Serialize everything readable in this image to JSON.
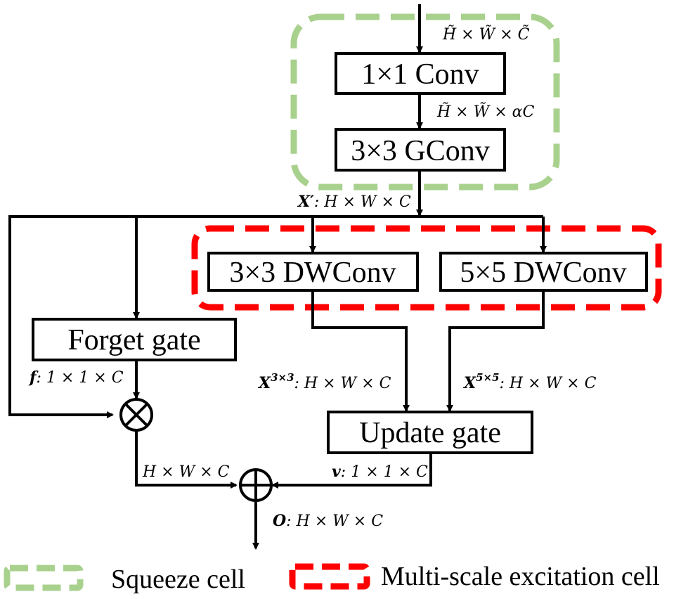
{
  "boxes": {
    "conv1x1": "1×1 Conv",
    "gconv3x3": "3×3 GConv",
    "dwconv3x3": "3×3 DWConv",
    "dwconv5x5": "5×5 DWConv",
    "forget_gate": "Forget gate",
    "update_gate": "Update gate"
  },
  "labels": {
    "input_dim": "H̃ × W̃ × C̃",
    "mid_dim": "H̃ × W̃ × αC",
    "xprime_var": "X′",
    "xprime_dim": ": H × W × C",
    "f_var": "f",
    "f_dim": ": 1 × 1 × C",
    "x3_var": "X",
    "x3_sup": "3×3",
    "x3_dim": ": H × W × C",
    "x5_var": "X",
    "x5_sup": "5×5",
    "x5_dim": ":  H × W × C",
    "mul_out_dim": "H × W × C",
    "v_var": "v",
    "v_dim": ": 1 × 1 × C",
    "o_var": "O",
    "o_dim": ": H × W × C"
  },
  "legend": {
    "squeeze": "Squeeze cell",
    "excitation": "Multi-scale excitation cell",
    "squeeze_color": "#a9d18e",
    "excitation_color": "#ff0000"
  }
}
